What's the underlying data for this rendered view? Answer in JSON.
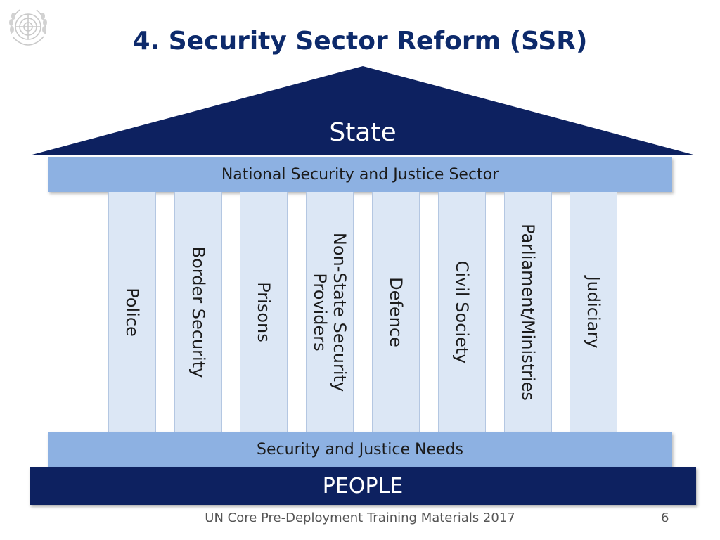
{
  "title": "4. Security Sector Reform (SSR)",
  "roof_label": "State",
  "top_band": "National Security and Justice Sector",
  "pillars": [
    "Police",
    "Border Security",
    "Prisons",
    "Non-State Security Providers",
    "Defence",
    "Civil Society",
    "Parliament/Ministries",
    "Judiciary"
  ],
  "bottom_band": "Security and Justice Needs",
  "base_label": "PEOPLE",
  "footer": "UN Core Pre-Deployment Training Materials 2017",
  "page_number": "6",
  "colors": {
    "navy": "#0d2160",
    "title": "#0d2a6b",
    "band": "#8db1e2",
    "pillar": "#dce7f5"
  },
  "icons": {
    "logo": "un-emblem-icon"
  }
}
